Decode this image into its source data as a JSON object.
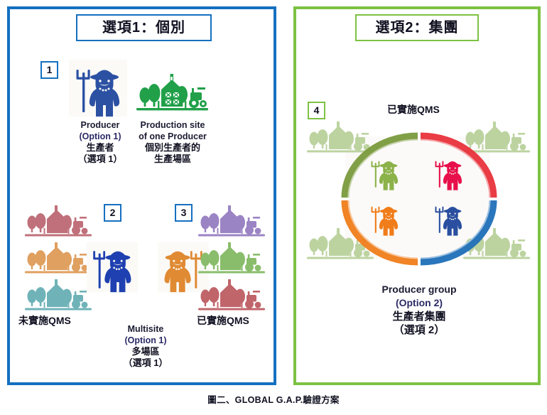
{
  "figure": {
    "caption": "圖二、GLOBAL G.A.P.驗證方案"
  },
  "panels": {
    "option1": {
      "title": "選項1：個別",
      "border_color": "#1570c0",
      "badges": [
        {
          "number": "1"
        },
        {
          "number": "2"
        },
        {
          "number": "3"
        }
      ],
      "items": {
        "producer": {
          "en_line1": "Producer",
          "en_line2": "(Option 1)",
          "zh_line1": "生產者",
          "zh_line2": "（選項 1）",
          "icon": "farmer-icon",
          "icon_color": "#2c51a3"
        },
        "production_site": {
          "en_line1": "Production site",
          "en_line2": "of one Producer",
          "zh_line1": "個別生產者的",
          "zh_line2": "生產場區",
          "icon": "farm-site-icon",
          "icon_color": "#21a049"
        },
        "multisite": {
          "en_line1": "Multisite",
          "en_line2": "(Option 1)",
          "zh_line1": "多場區",
          "zh_line2": "（選項 1）"
        },
        "qms_without": {
          "label": "未實施QMS",
          "farm_colors": [
            "#c0707a",
            "#e0a060",
            "#6fb3b8"
          ],
          "farmer_color": "#1f40b0"
        },
        "qms_with": {
          "label": "已實施QMS",
          "farm_colors": [
            "#9b84c4",
            "#89bd6b",
            "#c0656a"
          ],
          "farmer_color": "#e08a33"
        }
      }
    },
    "option2": {
      "title": "選項2：集團",
      "border_color": "#7dc242",
      "badges": [
        {
          "number": "4"
        }
      ],
      "items": {
        "qms_with": {
          "label": "已實施QMS"
        },
        "producer_group": {
          "en_line1": "Producer group",
          "en_line2": "(Option 2)",
          "zh_line1": "生產者集團",
          "zh_line2": "（選項 2）"
        },
        "ring": {
          "arc_colors": {
            "top_left": "#7a9a3c",
            "top_right": "#e8313b",
            "bottom_left": "#ef7d1a",
            "bottom_right": "#1f6fb8"
          },
          "farmer_colors": {
            "top_left": "#8cb24a",
            "top_right": "#e8104a",
            "bottom_left": "#f07d1a",
            "bottom_right": "#2a4fa0"
          },
          "corner_farm_color": "#bcd3a0"
        }
      }
    }
  }
}
